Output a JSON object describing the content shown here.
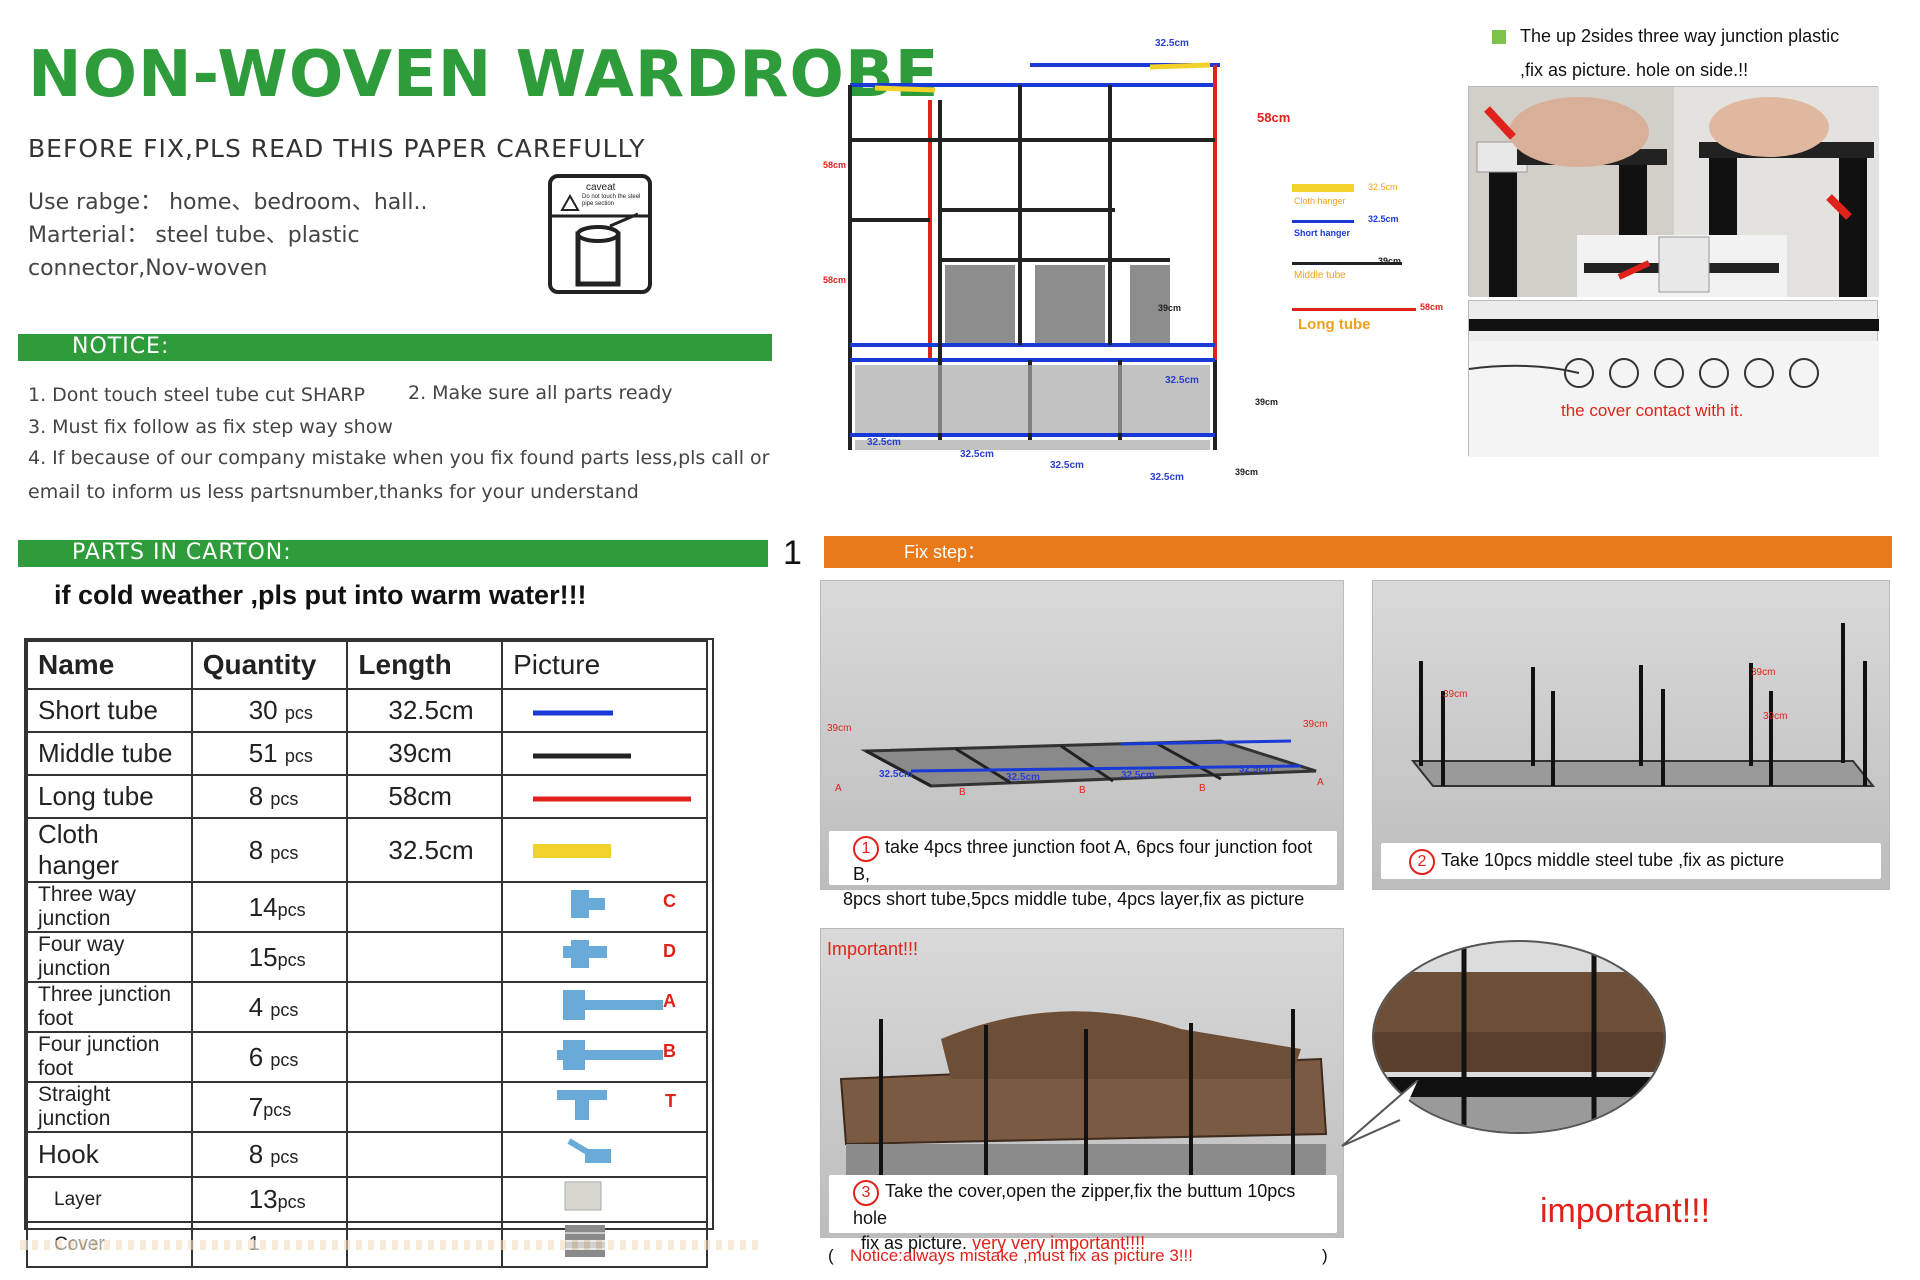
{
  "title": "NON-WOVEN WARDROBE",
  "subtitle": "BEFORE FIX,PLS READ THIS PAPER CAREFULLY",
  "use_lines": [
    "Use rabge： home、bedroom、hall..",
    "Marterial： steel tube、plastic",
    "connector,Nov-woven"
  ],
  "caveat_label": "caveat",
  "caveat_text": "Do not touch the steel pipe section",
  "notice": {
    "heading": "NOTICE:",
    "items": [
      "1. Dont touch steel tube cut SHARP",
      "2. Make sure all parts ready",
      "3. Must fix follow as fix step way show",
      "4. If because of our company mistake  when you fix found parts less,pls call or",
      "email to inform us less partsnumber,thanks for your understand"
    ]
  },
  "parts_heading": "PARTS IN CARTON:",
  "page_number": "1",
  "cold_warning": "if cold weather ,pls put into warm water!!!",
  "table": {
    "headers": [
      "Name",
      "Quantity",
      "Length",
      "Picture"
    ],
    "rows": [
      {
        "name": "Short tube",
        "qty": "30",
        "unit": "pcs",
        "length": "32.5cm",
        "letter": ""
      },
      {
        "name": "Middle tube",
        "qty": "51",
        "unit": "pcs",
        "length": "39cm",
        "letter": ""
      },
      {
        "name": "Long tube",
        "qty": "8",
        "unit": "pcs",
        "length": "58cm",
        "letter": ""
      },
      {
        "name": "Cloth hanger",
        "qty": "8",
        "unit": "pcs",
        "length": "32.5cm",
        "letter": ""
      },
      {
        "name": "Three way junction",
        "qty": "14",
        "unit": "pcs",
        "length": "",
        "letter": "C"
      },
      {
        "name": "Four way junction",
        "qty": "15",
        "unit": "pcs",
        "length": "",
        "letter": "D"
      },
      {
        "name": "Three junction foot",
        "qty": "4",
        "unit": "pcs",
        "length": "",
        "letter": "A"
      },
      {
        "name": "Four junction foot",
        "qty": "6",
        "unit": "pcs",
        "length": "",
        "letter": "B"
      },
      {
        "name": "Straight junction",
        "qty": "7",
        "unit": "pcs",
        "length": "",
        "letter": "T"
      },
      {
        "name": "Hook",
        "qty": "8",
        "unit": "pcs",
        "length": "",
        "letter": ""
      },
      {
        "name": "Layer",
        "qty": "13",
        "unit": "pcs",
        "length": "",
        "letter": ""
      },
      {
        "name": "Cover",
        "qty": "1",
        "unit": "",
        "length": "",
        "letter": ""
      }
    ]
  },
  "colors": {
    "green": "#2e9c3a",
    "orange": "#e87a1c",
    "short_tube": "#1a3ad8",
    "middle_tube": "#222222",
    "long_tube": "#e0221a",
    "cloth_hanger": "#f2d12a",
    "connector": "#6aaad8"
  },
  "diagram": {
    "top_dim": "32.5cm",
    "right_dim": "58cm",
    "left_dims": [
      "58cm",
      "58cm"
    ],
    "mid_dims": [
      "39cm",
      "32.5cm",
      "39cm"
    ],
    "bottom_dims": [
      "32.5cm",
      "32.5cm",
      "32.5cm",
      "32.5cm",
      "39cm"
    ],
    "legend": [
      {
        "label": "Cloth hanger",
        "dim": "32.5cm"
      },
      {
        "label": "Short hanger",
        "dim": "32.5cm"
      },
      {
        "label": "Middle tube",
        "dim": "39cm"
      },
      {
        "label": "Long tube",
        "dim": "58cm"
      }
    ]
  },
  "junction_note": [
    "The up 2sides three way junction plastic",
    ",fix as picture. hole on side.!!"
  ],
  "cover_contact": "the cover contact with it.",
  "fix_step_heading": "Fix step：",
  "step1": {
    "num": "1",
    "lines": [
      "take 4pcs three junction foot A, 6pcs four junction foot B,",
      "8pcs short tube,5pcs middle tube, 4pcs layer,fix as picture"
    ],
    "labels": [
      "39cm",
      "32.5cm",
      "32.5cm",
      "32.5cm",
      "32.5cm",
      "39cm",
      "A",
      "B",
      "B",
      "B",
      "A"
    ]
  },
  "step2": {
    "num": "2",
    "text": "Take 10pcs middle steel tube ,fix as picture",
    "labels": [
      "39cm",
      "39cm",
      "39cm"
    ]
  },
  "step3": {
    "important_tag": "Important!!!",
    "num": "3",
    "line1": "Take the cover,open the zipper,fix the buttum 10pcs hole",
    "line2": "fix as picture.",
    "line2_red": "very very important!!!!"
  },
  "important_big": "important!!!",
  "notice_bottom": {
    "open": "(",
    "text": "Notice:always mistake ,must fix as picture 3!!!",
    "close": ")"
  }
}
